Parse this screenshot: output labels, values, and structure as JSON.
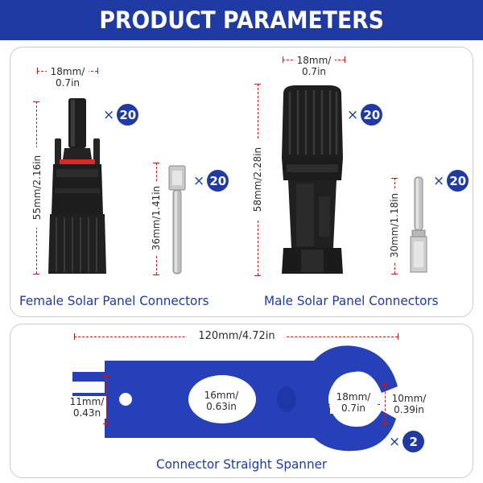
{
  "header": {
    "title": "PRODUCT PARAMETERS"
  },
  "female": {
    "caption": "Female Solar Panel Connectors",
    "width_line1": "18mm/",
    "width_line2": "0.7in",
    "height_label": "55mm/2.16in",
    "qty": "20",
    "pin_height_label": "36mm/1.41in",
    "pin_qty": "20"
  },
  "male": {
    "caption": "Male Solar Panel Connectors",
    "width_line1": "18mm/",
    "width_line2": "0.7in",
    "height_label": "58mm/2.28in",
    "qty": "20",
    "pin_height_label": "30mm/1.18in",
    "pin_qty": "20"
  },
  "spanner": {
    "caption": "Connector Straight Spanner",
    "length_label": "120mm/4.72in",
    "end_line1": "11mm/",
    "end_line2": "0.43n",
    "hole1_line1": "16mm/",
    "hole1_line2": "0.63in",
    "hole2_line1": "18mm/",
    "hole2_line2": "0.7in",
    "jaw_line1": "10mm/",
    "jaw_line2": "0.39in",
    "qty": "2"
  },
  "qty_prefix": "×",
  "colors": {
    "brand_blue": "#1f3aa3",
    "dim_red": "#c02020",
    "connector_black": "#1c1c1c",
    "spanner_blue": "#2540b8"
  },
  "icons": [
    "female-connector-image",
    "male-connector-image",
    "female-pin-image",
    "male-pin-image",
    "spanner-image"
  ]
}
